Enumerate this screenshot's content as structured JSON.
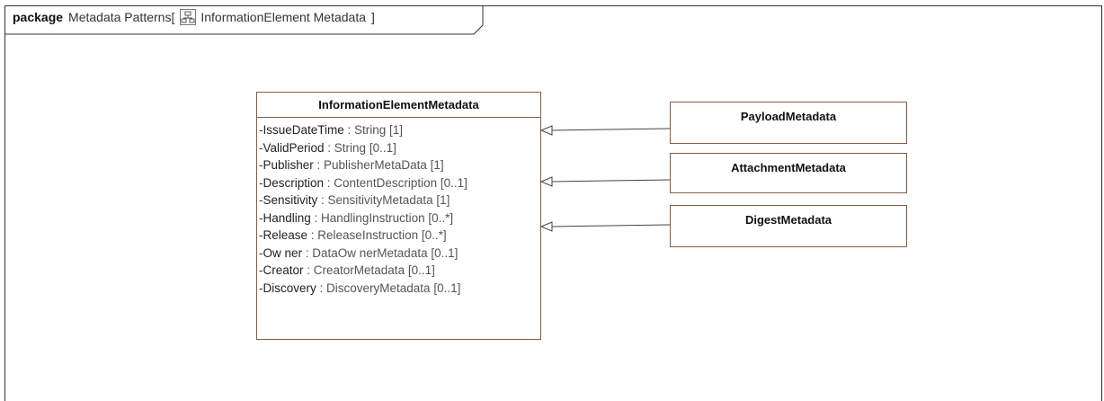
{
  "frame": {
    "keyword": "package",
    "name": "Metadata Patterns[",
    "diagram_name": "InformationElement Metadata",
    "close_bracket": "]",
    "icon": "class-diagram-icon"
  },
  "main_class": {
    "name": "InformationElementMetadata",
    "attributes": [
      {
        "vis": "-",
        "name": "IssueDateTime",
        "type": " : String [1]"
      },
      {
        "vis": "-",
        "name": "ValidPeriod",
        "type": " : String [0..1]"
      },
      {
        "vis": "-",
        "name": "Publisher",
        "type": " : PublisherMetaData [1]"
      },
      {
        "vis": "-",
        "name": "Description",
        "type": " : ContentDescription [0..1]"
      },
      {
        "vis": "-",
        "name": "Sensitivity",
        "type": " : SensitivityMetadata [1]"
      },
      {
        "vis": "-",
        "name": "Handling",
        "type": " : HandlingInstruction [0..*]"
      },
      {
        "vis": "-",
        "name": "Release",
        "type": " : ReleaseInstruction [0..*]"
      },
      {
        "vis": "-",
        "name": "Ow ner",
        "type": " : DataOw nerMetadata [0..1]"
      },
      {
        "vis": "-",
        "name": "Creator",
        "type": " : CreatorMetadata [0..1]"
      },
      {
        "vis": "-",
        "name": "Discovery",
        "type": " : DiscoveryMetadata [0..1]"
      }
    ]
  },
  "subclasses": {
    "payload": "PayloadMetadata",
    "attachment": "AttachmentMetadata",
    "digest": "DigestMetadata"
  },
  "colors": {
    "class_border": "#8a5a44",
    "line": "#444444"
  }
}
